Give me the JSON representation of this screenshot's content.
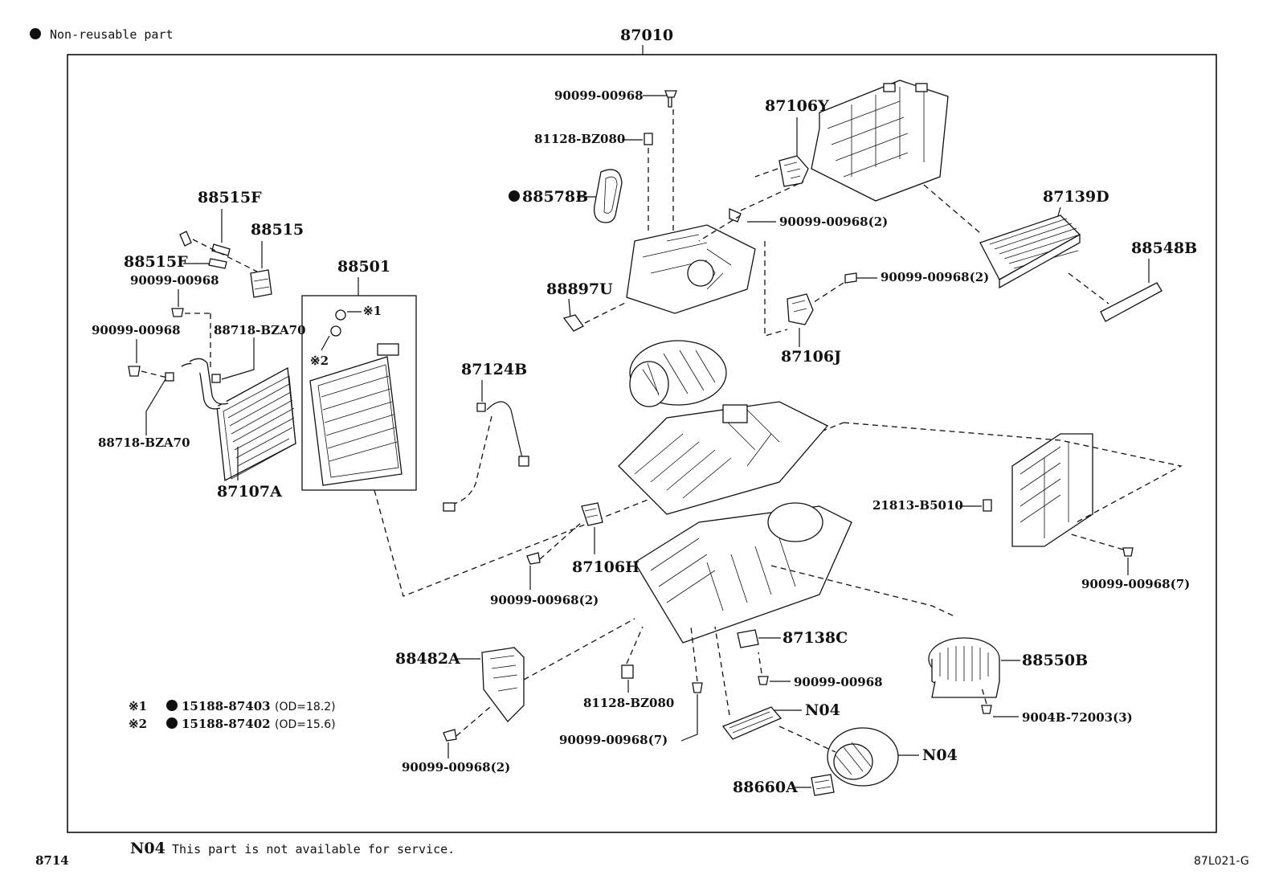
{
  "legend": {
    "bullet_note": "Non-reusable part",
    "n04_code": "N04",
    "n04_note": "This part is not available for service."
  },
  "footer": {
    "page_ref": "8714",
    "figure_ref": "87L021-G"
  },
  "assembly_label": "87010",
  "parts": {
    "p_90099_00968_top": "90099-00968",
    "p_81128_bz080_top": "81128-BZ080",
    "p_88578b": "88578B",
    "p_87106y": "87106Y",
    "p_90099_00968_2a": "90099-00968(2)",
    "p_87139d": "87139D",
    "p_88548b": "88548B",
    "p_90099_00968_2b": "90099-00968(2)",
    "p_87106j": "87106J",
    "p_88897u": "88897U",
    "p_88515f_top": "88515F",
    "p_88515": "88515",
    "p_88515f_mid": "88515F",
    "p_90099_00968_left1": "90099-00968",
    "p_90099_00968_left2": "90099-00968",
    "p_88718_bza70_a": "88718-BZA70",
    "p_88718_bza70_b": "88718-BZA70",
    "p_87107a": "87107A",
    "p_88501": "88501",
    "p_mark1": "※1",
    "p_mark2": "※2",
    "p_87124b": "87124B",
    "p_21813_b5010": "21813-B5010",
    "p_90099_00968_7a": "90099-00968(7)",
    "p_87106h": "87106H",
    "p_90099_00968_2c": "90099-00968(2)",
    "p_87138c": "87138C",
    "p_90099_00968_mid": "90099-00968",
    "p_n04_a": "N04",
    "p_88550b": "88550B",
    "p_9004b_72003": "9004B-72003(3)",
    "p_88482a": "88482A",
    "p_81128_bz080_bot": "81128-BZ080",
    "p_90099_00968_7b": "90099-00968(7)",
    "p_90099_00968_2d": "90099-00968(2)",
    "p_n04_b": "N04",
    "p_88660a": "88660A"
  },
  "seal_notes": [
    {
      "mark": "※1",
      "part": "15188-87403",
      "spec": "(OD=18.2)"
    },
    {
      "mark": "※2",
      "part": "15188-87402",
      "spec": "(OD=15.6)"
    }
  ]
}
